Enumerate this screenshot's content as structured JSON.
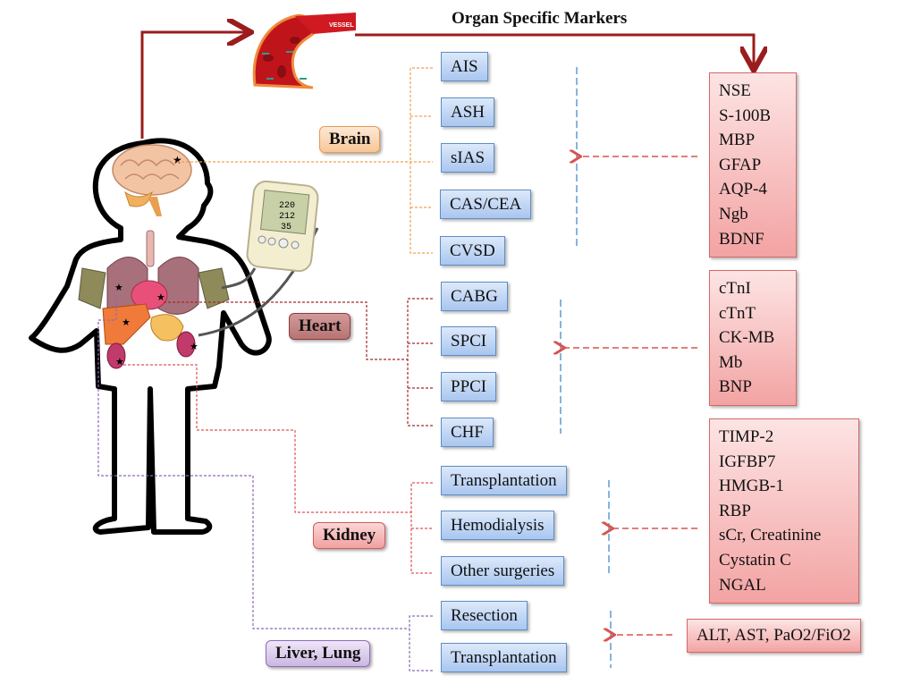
{
  "title": "Organ Specific Markers",
  "vessel_label": "VESSEL",
  "monitor_readings": [
    "220",
    "212",
    "35"
  ],
  "organs": {
    "brain": {
      "label": "Brain",
      "color": "#f0a050",
      "procedures": [
        "AIS",
        "ASH",
        "sIAS",
        "CAS/CEA",
        "CVSD"
      ],
      "markers": [
        "NSE",
        "S-100B",
        "MBP",
        "GFAP",
        "AQP-4",
        "Ngb",
        "BDNF"
      ]
    },
    "heart": {
      "label": "Heart",
      "color": "#a52a2a",
      "procedures": [
        "CABG",
        "SPCI",
        "PPCI",
        "CHF"
      ],
      "markers": [
        "cTnI",
        "cTnT",
        "CK-MB",
        "Mb",
        "BNP"
      ]
    },
    "kidney": {
      "label": "Kidney",
      "color": "#e05555",
      "procedures": [
        "Transplantation",
        "Hemodialysis",
        "Other surgeries"
      ],
      "markers": [
        "TIMP-2",
        "IGFBP7",
        "HMGB-1",
        "RBP",
        "sCr, Creatinine",
        "Cystatin C",
        "NGAL"
      ]
    },
    "liver_lung": {
      "label": "Liver, Lung",
      "color": "#8e6bb8",
      "procedures": [
        "Resection",
        "Transplantation"
      ],
      "markers": [
        "ALT, AST, PaO2/FiO2"
      ]
    }
  }
}
